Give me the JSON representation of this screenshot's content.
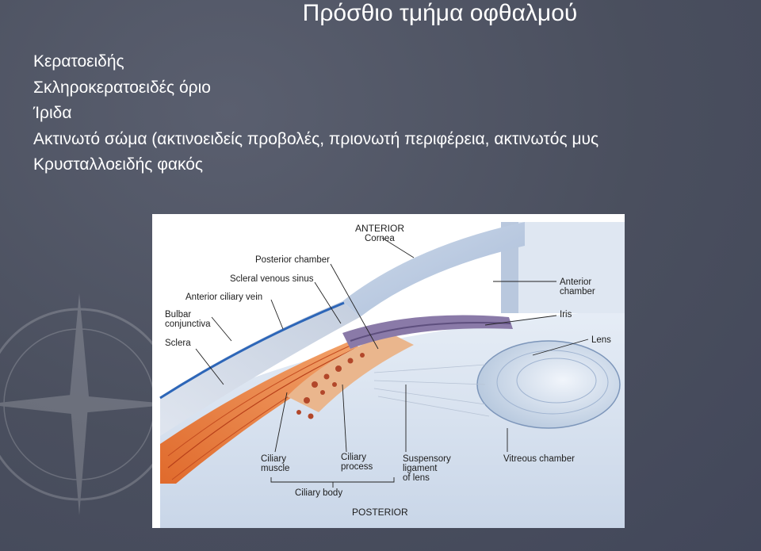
{
  "slide": {
    "title": "Πρόσθιο τμήμα οφθαλμού",
    "bullets": [
      "Κερατοειδής",
      "Σκληροκερατοειδές όριο",
      "Ίριδα",
      "Ακτινωτό σώμα (ακτινοειδείς προβολές, πριονωτή περιφέρεια, ακτινωτός μυς",
      "Κρυσταλλοειδής φακός"
    ]
  },
  "diagram": {
    "labels": {
      "anterior": "ANTERIOR",
      "cornea": "Cornea",
      "posterior_chamber": "Posterior chamber",
      "scleral_venous_sinus": "Scleral venous sinus",
      "anterior_ciliary_vein": "Anterior ciliary vein",
      "bulbar_conjunctiva_1": "Bulbar",
      "bulbar_conjunctiva_2": "conjunctiva",
      "sclera": "Sclera",
      "anterior_chamber_1": "Anterior",
      "anterior_chamber_2": "chamber",
      "iris": "Iris",
      "lens": "Lens",
      "ciliary_muscle_1": "Ciliary",
      "ciliary_muscle_2": "muscle",
      "ciliary_process_1": "Ciliary",
      "ciliary_process_2": "process",
      "suspensory_1": "Suspensory",
      "suspensory_2": "ligament",
      "suspensory_3": "of lens",
      "vitreous_chamber": "Vitreous chamber",
      "ciliary_body": "Ciliary body",
      "posterior": "POSTERIOR"
    }
  }
}
